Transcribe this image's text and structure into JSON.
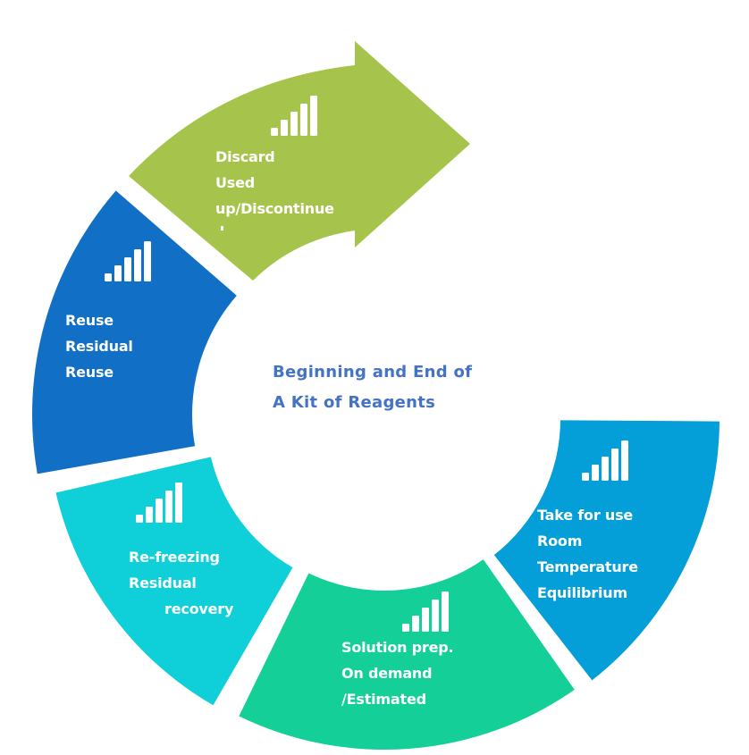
{
  "title": {
    "lines": [
      "Beginning and End of",
      "A Kit of Reagents"
    ],
    "color": "#4472C4"
  },
  "segments": [
    {
      "id": "discard",
      "shape": "arrow",
      "color": "#A6C44B",
      "icon": "signal-bars-icon",
      "lines": [
        "Discard",
        "Used",
        "up/Discontinue"
      ]
    },
    {
      "id": "reuse",
      "shape": "arc",
      "color": "#1170C6",
      "icon": "signal-bars-icon",
      "lines": [
        "Reuse",
        "Residual",
        "Reuse"
      ]
    },
    {
      "id": "refreezing",
      "shape": "arc",
      "color": "#0FCFD9",
      "icon": "signal-bars-icon",
      "lines": [
        "Re-freezing",
        "Residual",
        "recovery"
      ]
    },
    {
      "id": "solution",
      "shape": "arc",
      "color": "#14CF98",
      "icon": "signal-bars-icon",
      "lines": [
        "Solution prep.",
        "On demand",
        "/Estimated"
      ]
    },
    {
      "id": "take",
      "shape": "arc",
      "color": "#049FD9",
      "icon": "signal-bars-icon",
      "lines": [
        "Take for use",
        "Room",
        "Temperature",
        "Equilibrium"
      ]
    }
  ]
}
